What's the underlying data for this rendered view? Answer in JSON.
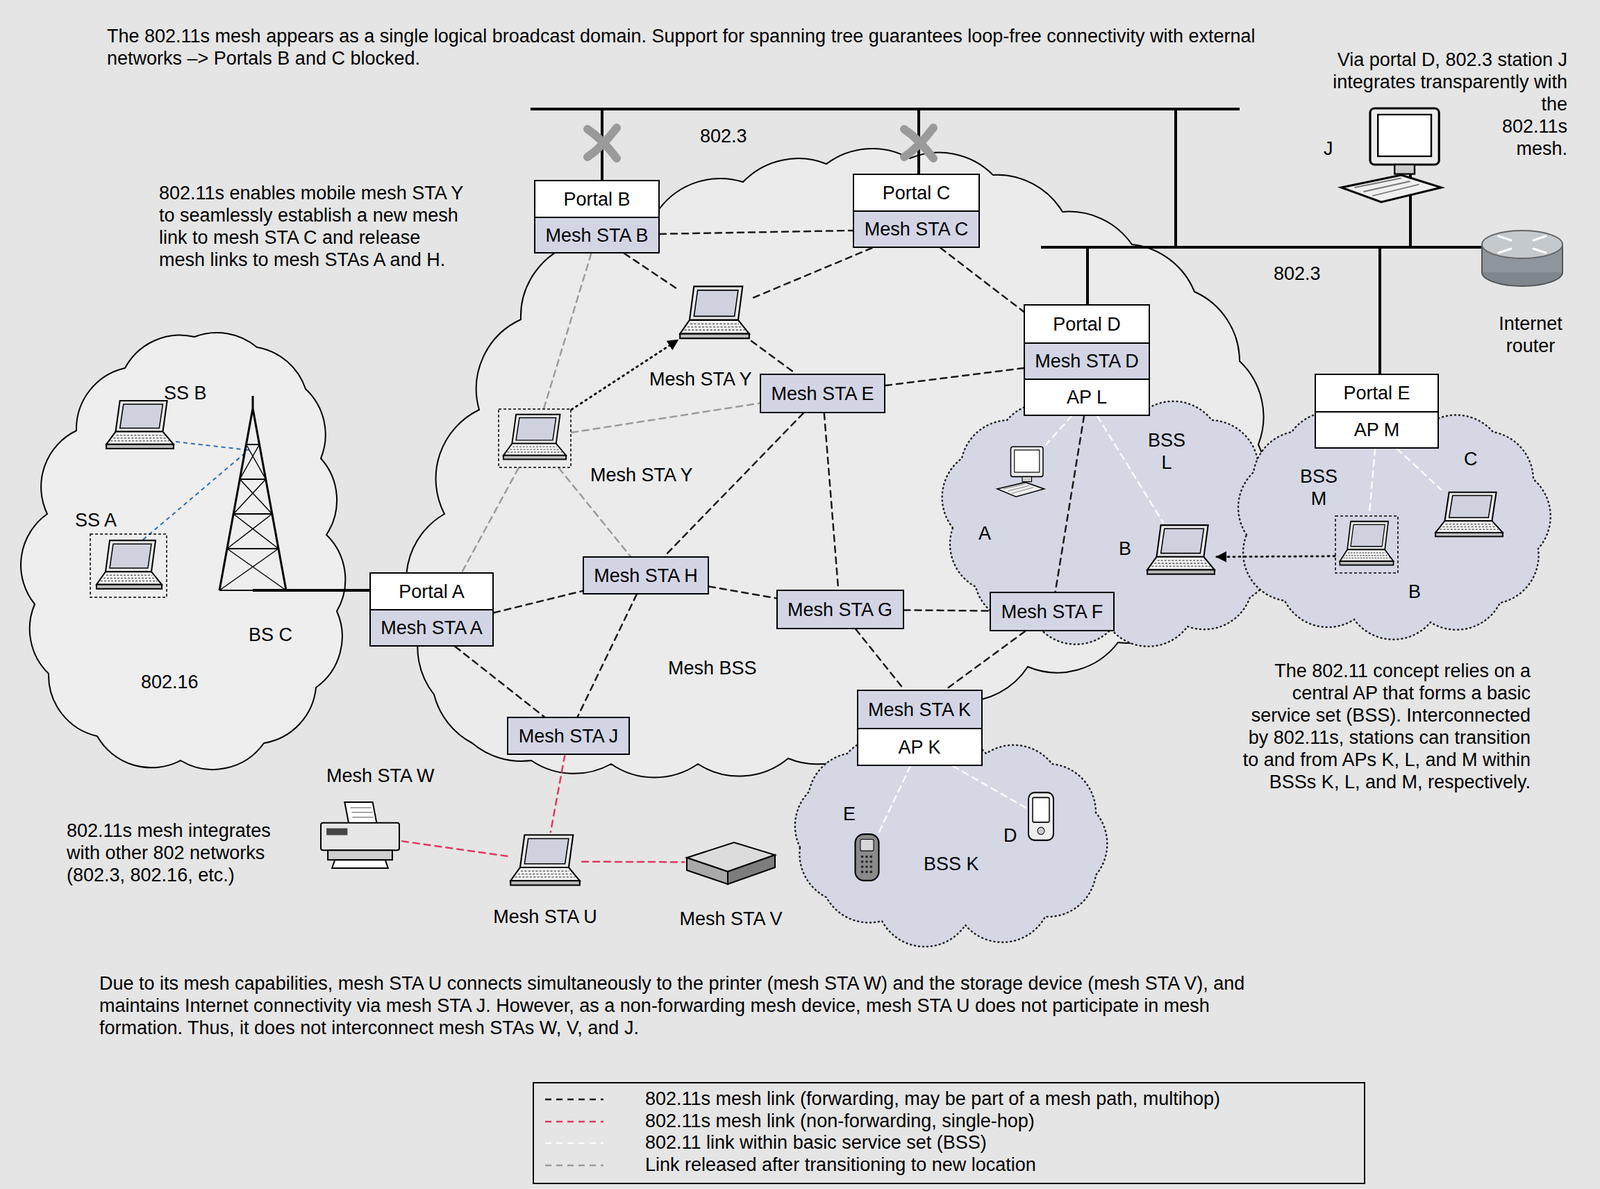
{
  "diagram": {
    "nodes": [
      {
        "text": [
          "Portal B",
          "Mesh STA B"
        ]
      },
      {
        "text": [
          "Portal C",
          "Mesh STA C"
        ]
      },
      {
        "text": [
          "Portal D",
          "Mesh STA D",
          "AP L"
        ]
      },
      {
        "text": [
          "Mesh STA Y"
        ]
      },
      {
        "text": [
          "Mesh STA E"
        ]
      },
      {
        "text": [
          "Mesh STA Y"
        ]
      },
      {
        "text": [
          "Portal E",
          "AP M"
        ]
      },
      {
        "text": [
          "A"
        ]
      },
      {
        "text": [
          "C"
        ]
      },
      {
        "text": [
          "B"
        ]
      },
      {
        "text": [
          "B"
        ]
      },
      {
        "text": [
          "Portal A",
          "Mesh STA A"
        ]
      },
      {
        "text": [
          "Mesh STA H"
        ]
      },
      {
        "text": [
          "Mesh STA G"
        ]
      },
      {
        "text": [
          "Mesh STA F"
        ]
      },
      {
        "text": [
          "Mesh STA K",
          "AP K"
        ]
      },
      {
        "text": [
          "Mesh STA J"
        ]
      },
      {
        "text": [
          "Mesh STA W"
        ]
      },
      {
        "text": [
          "E"
        ]
      },
      {
        "text": [
          "D"
        ]
      },
      {
        "text": [
          "Mesh STA U"
        ]
      },
      {
        "text": [
          "Mesh STA V"
        ]
      }
    ],
    "edges": [
      {
        "from": 0,
        "to": 1,
        "arrow": "none"
      },
      {
        "from": 0,
        "to": 3,
        "arrow": "none"
      },
      {
        "from": 1,
        "to": 3,
        "arrow": "none"
      },
      {
        "from": 3,
        "to": 4,
        "arrow": "none"
      },
      {
        "from": 1,
        "to": 2,
        "arrow": "none"
      },
      {
        "from": 4,
        "to": 2,
        "arrow": "none"
      },
      {
        "from": 4,
        "to": 12,
        "arrow": "none"
      },
      {
        "from": 4,
        "to": 13,
        "arrow": "none"
      },
      {
        "from": 11,
        "to": 12,
        "arrow": "none"
      },
      {
        "from": 12,
        "to": 13,
        "arrow": "none"
      },
      {
        "from": 12,
        "to": 16,
        "arrow": "none"
      },
      {
        "from": 11,
        "to": 16,
        "arrow": "none"
      },
      {
        "from": 13,
        "to": 14,
        "arrow": "none"
      },
      {
        "from": 13,
        "to": 15,
        "arrow": "none"
      },
      {
        "from": 14,
        "to": 15,
        "arrow": "none"
      },
      {
        "from": 2,
        "to": 14,
        "arrow": "none"
      },
      {
        "from": 5,
        "to": 0,
        "arrow": "none"
      },
      {
        "from": 5,
        "to": 4,
        "arrow": "none"
      },
      {
        "from": 5,
        "to": 11,
        "arrow": "none"
      },
      {
        "from": 5,
        "to": 12,
        "arrow": "none"
      },
      {
        "from": 5,
        "to": 3,
        "arrow": "to"
      },
      {
        "from": 2,
        "to": 7,
        "arrow": "none"
      },
      {
        "from": 2,
        "to": 9,
        "arrow": "none"
      },
      {
        "from": 6,
        "to": 10,
        "arrow": "none"
      },
      {
        "from": 6,
        "to": 8,
        "arrow": "none"
      },
      {
        "from": 15,
        "to": 18,
        "arrow": "none"
      },
      {
        "from": 15,
        "to": 19,
        "arrow": "none"
      },
      {
        "from": 10,
        "to": 9,
        "arrow": "to"
      },
      {
        "from": 16,
        "to": 20,
        "arrow": "none"
      },
      {
        "from": 17,
        "to": 20,
        "arrow": "none"
      },
      {
        "from": 20,
        "to": 21,
        "arrow": "none"
      }
    ],
    "labels": [
      "The 802.11s mesh appears as a single logical broadcast domain. Support for spanning tree guarantees loop-free connectivity with external networks –> Portals B and C blocked.",
      "802.3",
      "Via portal D, 802.3 station J integrates transparently with the 802.11s mesh.",
      "J",
      "802.11s enables mobile mesh STA Y to seamlessly establish a new mesh link to mesh STA C and release mesh links to mesh STAs A and H.",
      "802.3",
      "Internet router",
      "SS B",
      "BSS L",
      "SS A",
      "BSS M",
      "BS C",
      "Mesh BSS",
      "802.16",
      "The 802.11 concept relies on a central AP that forms a basic service set (BSS). Interconnected by 802.11s, stations can transition to and from APs K, L, and M within BSSs K, L, and M, respectively.",
      "802.11s mesh integrates with other 802 networks (802.3, 802.16, etc.)",
      "BSS K",
      "Due to its mesh capabilities, mesh STA U connects simultaneously to the printer (mesh STA W) and the storage device (mesh STA V), and maintains Internet connectivity via mesh STA J. However, as a non-forwarding mesh device, mesh STA U does not participate in mesh formation. Thus, it does not interconnect mesh STAs W, V, and J."
    ],
    "legend": [
      {
        "text": "802.11s mesh link (forwarding, may be part of a mesh path, multihop)"
      },
      {
        "text": "802.11s mesh link (non-forwarding, single-hop)"
      },
      {
        "text": "802.11 link within basic service set (BSS)"
      },
      {
        "text": "Link released after transitioning to new location"
      }
    ]
  }
}
